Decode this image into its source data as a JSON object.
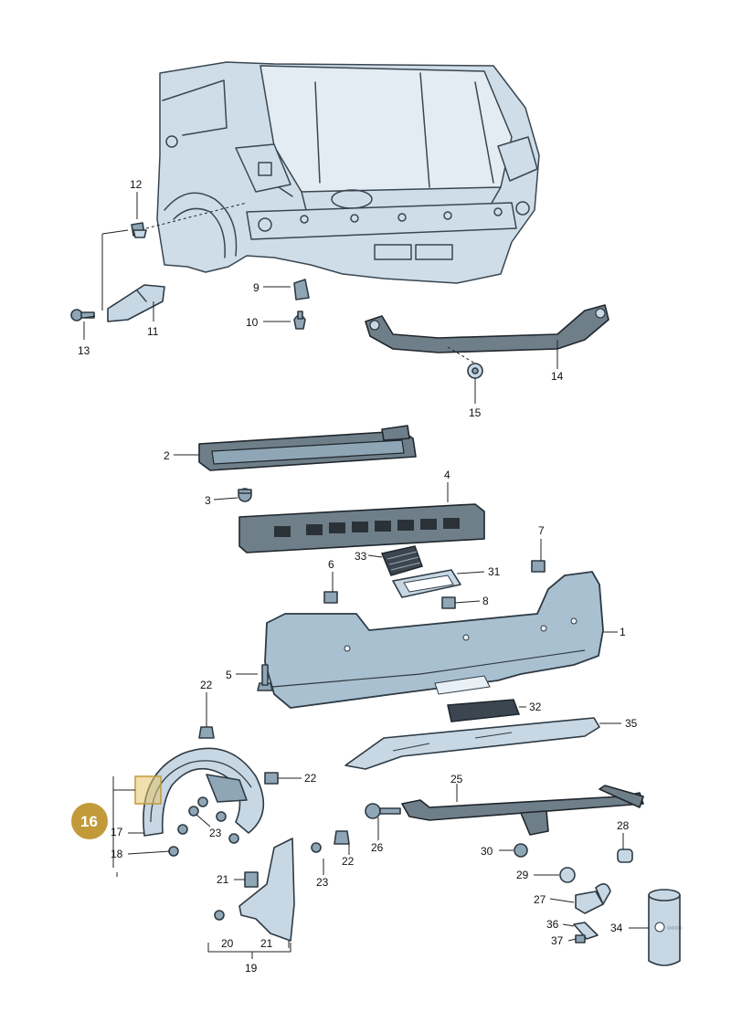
{
  "diagram": {
    "labels": {
      "p1": "1",
      "p2": "2",
      "p3": "3",
      "p4": "4",
      "p5": "5",
      "p6": "6",
      "p7": "7",
      "p8": "8",
      "p9": "9",
      "p10": "10",
      "p11": "11",
      "p12": "12",
      "p13": "13",
      "p14": "14",
      "p15": "15",
      "p16": "16",
      "p17": "17",
      "p18": "18",
      "p19": "19",
      "p20": "20",
      "p21a": "21",
      "p21b": "21",
      "p22a": "22",
      "p22b": "22",
      "p22c": "22",
      "p23a": "23",
      "p23b": "23",
      "p25": "25",
      "p26": "26",
      "p27": "27",
      "p28": "28",
      "p29": "29",
      "p30": "30",
      "p31": "31",
      "p32": "32",
      "p33": "33",
      "p34": "34",
      "p35": "35",
      "p36": "36",
      "p37": "37"
    },
    "highlight_color": "#c29a3a",
    "part_color": "#c7d8e4",
    "bumper_color": "#a9c0d0"
  }
}
